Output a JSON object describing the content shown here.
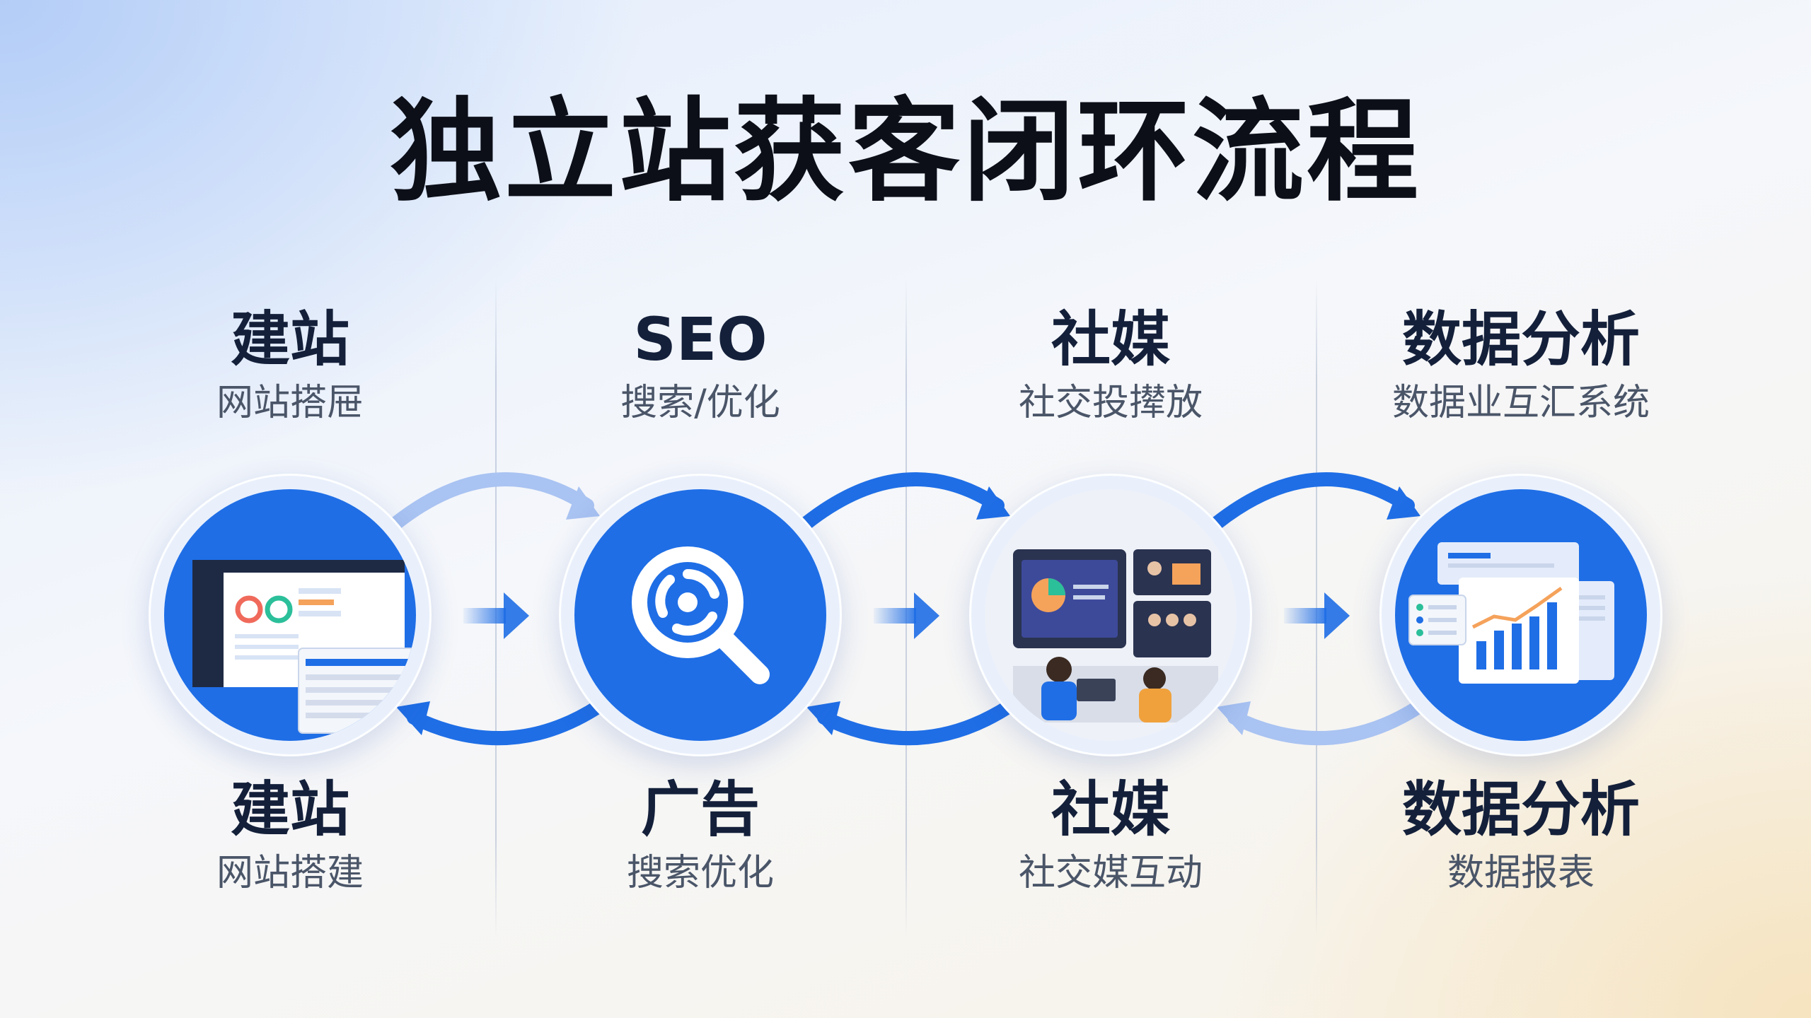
{
  "title": "独立站获客闭环流程",
  "columns": [
    {
      "top": {
        "title": "建站",
        "subtitle": "网站搭屉"
      },
      "bottom": {
        "title": "建站",
        "subtitle": "网站搭建"
      },
      "icon": "website-dashboard-icon"
    },
    {
      "top": {
        "title": "SEO",
        "subtitle": "搜索/优化"
      },
      "bottom": {
        "title": "广告",
        "subtitle": "搜索优化"
      },
      "icon": "search-magnifier-icon"
    },
    {
      "top": {
        "title": "社媒",
        "subtitle": "社交投撵放"
      },
      "bottom": {
        "title": "社媒",
        "subtitle": "社交媒互动"
      },
      "icon": "social-media-meeting-icon"
    },
    {
      "top": {
        "title": "数据分析",
        "subtitle": "数据业互汇系统"
      },
      "bottom": {
        "title": "数据分析",
        "subtitle": "数据报表"
      },
      "icon": "data-chart-icon"
    }
  ],
  "colors": {
    "accent": "#1f6ee6",
    "accent_light": "#a9c3f2",
    "title": "#0c0f18",
    "label": "#14203a",
    "subtext": "#4a5568"
  }
}
